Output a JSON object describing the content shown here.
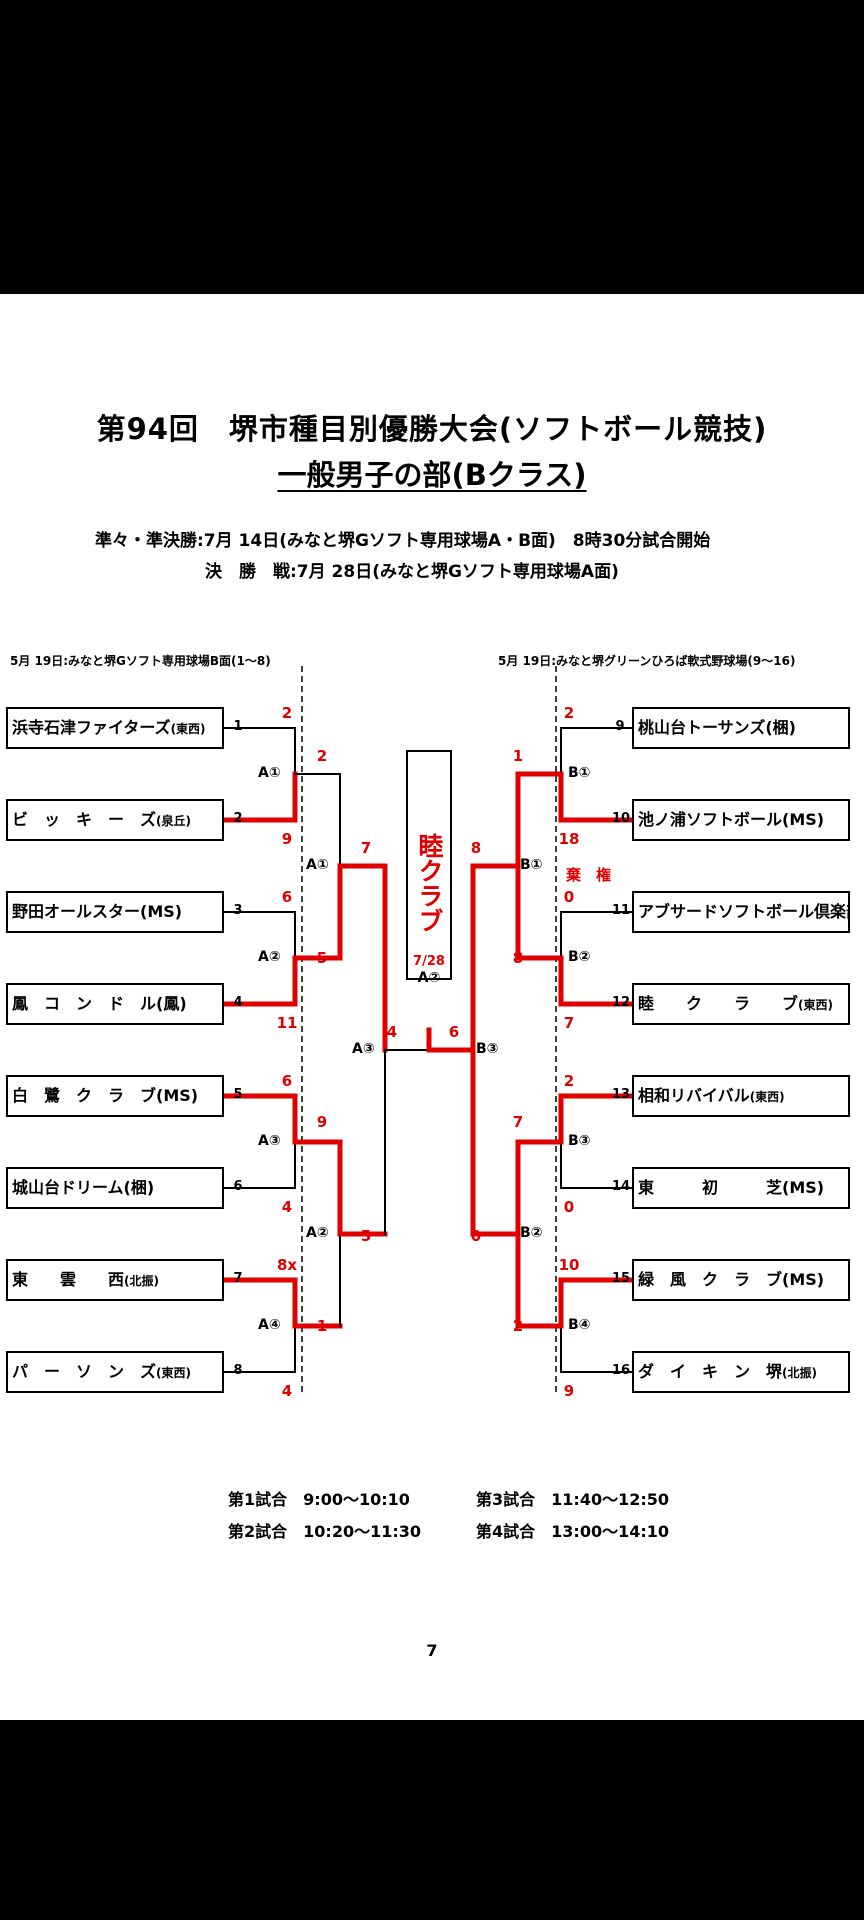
{
  "title": "第94回　堺市種目別優勝大会(ソフトボール競技)",
  "subtitle": "一般男子の部(Bクラス)",
  "schedule": {
    "line1": "準々・準決勝:7月 14日(みなと堺Gソフト専用球場A・B面)　8時30分試合開始",
    "line2": "決　勝　戦:7月 28日(みなと堺Gソフト専用球場A面)"
  },
  "venues": {
    "left": "5月 19日:みなと堺Gソフト専用球場B面(1～8)",
    "right": "5月 19日:みなと堺グリーンひろば軟式野球場(9～16)"
  },
  "left_teams": [
    {
      "num": "1",
      "name": "浜寺石津ファイターズ",
      "suffix": "(東西)",
      "score": "2"
    },
    {
      "num": "2",
      "name": "ビ　ッ　キ　ー　ズ",
      "suffix": "(泉丘)",
      "score": "9"
    },
    {
      "num": "3",
      "name": "野田オールスター(MS)",
      "suffix": "",
      "score": "6"
    },
    {
      "num": "4",
      "name": "鳳　コ　ン　ド　ル(鳳)",
      "suffix": "",
      "score": "11"
    },
    {
      "num": "5",
      "name": "白　鷺　ク　ラ　ブ(MS)",
      "suffix": "",
      "score": "6"
    },
    {
      "num": "6",
      "name": "城山台ドリーム(梱)",
      "suffix": "",
      "score": "4"
    },
    {
      "num": "7",
      "name": "東　　雲　　西",
      "suffix": "(北振)",
      "score": "8x"
    },
    {
      "num": "8",
      "name": "パ　ー　ソ　ン　ズ",
      "suffix": "(東西)",
      "score": "4"
    }
  ],
  "right_teams": [
    {
      "num": "9",
      "name": "桃山台トーサンズ(梱)",
      "suffix": "",
      "score": "2"
    },
    {
      "num": "10",
      "name": "池ノ浦ソフトボール(MS)",
      "suffix": "",
      "score": "18"
    },
    {
      "num": "11",
      "name": "アブサードソフトボール倶楽部(MS)",
      "suffix": "",
      "score": "0"
    },
    {
      "num": "12",
      "name": "睦　　ク　　ラ　　ブ",
      "suffix": "(東西)",
      "score": "7"
    },
    {
      "num": "13",
      "name": "相和リバイバル",
      "suffix": "(東西)",
      "score": "2"
    },
    {
      "num": "14",
      "name": "東　　　初　　　芝(MS)",
      "suffix": "",
      "score": "0"
    },
    {
      "num": "15",
      "name": "緑　風　ク　ラ　ブ(MS)",
      "suffix": "",
      "score": "10"
    },
    {
      "num": "16",
      "name": "ダ　イ　キ　ン　堺",
      "suffix": "(北振)",
      "score": "9"
    }
  ],
  "match_labels": {
    "A1": "A①",
    "A2": "A②",
    "A3": "A③",
    "A4": "A④",
    "A1b": "A①",
    "A2b": "A②",
    "A3b": "A③",
    "B1": "B①",
    "B2": "B②",
    "B3": "B③",
    "B4": "B④",
    "B1b": "B①",
    "B2b": "B②",
    "B3b": "B③",
    "final": "A②"
  },
  "round2_scores": {
    "A1_top": "2",
    "A1_bot": "5",
    "A2_top": "9",
    "A2_bot": "1",
    "B1_top": "1",
    "B1_bot": "8",
    "B2_top": "7",
    "B2_bot": "2"
  },
  "semi_scores": {
    "A_top": "7",
    "A_bot": "5",
    "B_top": "8",
    "B_bot": "0"
  },
  "final_scores": {
    "left": "4",
    "right": "6"
  },
  "final_date": "7/28",
  "forfeit": "棄　権",
  "champion": "睦クラブ",
  "times": {
    "g1_label": "第1試合",
    "g1": "9:00～10:10",
    "g2_label": "第2試合",
    "g2": "10:20～11:30",
    "g3_label": "第3試合",
    "g3": "11:40～12:50",
    "g4_label": "第4試合",
    "g4": "13:00～14:10"
  },
  "page_number": "7",
  "colors": {
    "winner_line": "#e00000",
    "line": "#000000",
    "background": "#ffffff",
    "frame": "#000000"
  }
}
